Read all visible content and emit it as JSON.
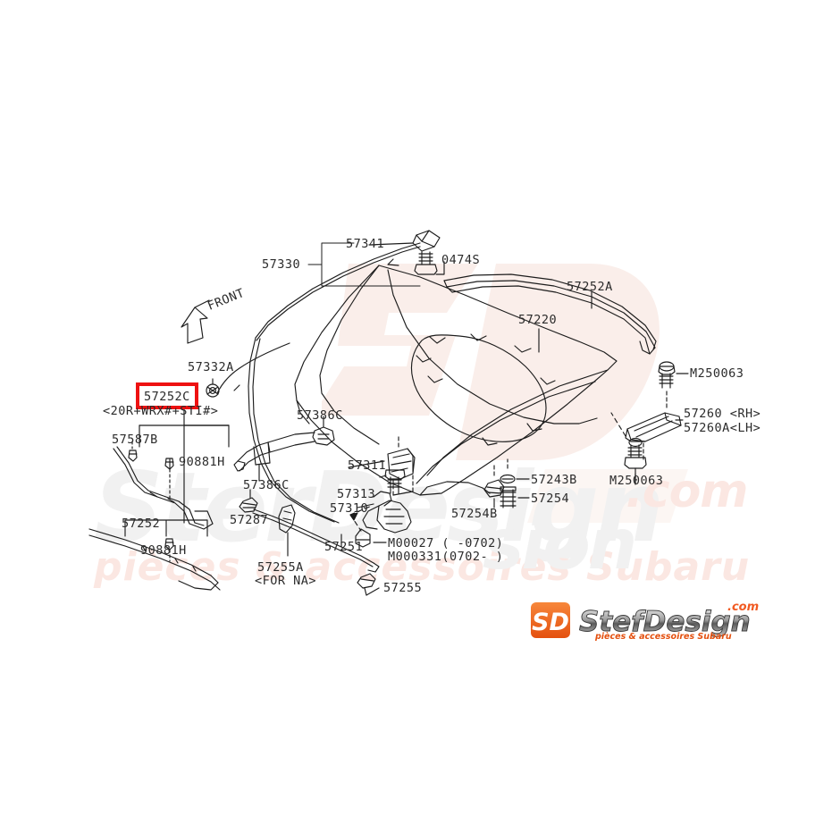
{
  "document": {
    "type": "subaru-parts-diagram",
    "subject": "Hood / Bonnet assembly exploded view"
  },
  "highlight": {
    "part_number": "57252C",
    "box_color": "#ee1111",
    "subtitle": "<20R+WRX#+STI#>"
  },
  "annotation_front": "FRONT",
  "labels": [
    {
      "id": "l-57330",
      "text": "57330"
    },
    {
      "id": "l-57341",
      "text": "57341"
    },
    {
      "id": "l-0474s",
      "text": "0474S"
    },
    {
      "id": "l-57252a",
      "text": "57252A"
    },
    {
      "id": "l-57220",
      "text": "57220"
    },
    {
      "id": "l-m250063-top",
      "text": "M250063"
    },
    {
      "id": "l-57260rh",
      "text": "57260 <RH>"
    },
    {
      "id": "l-57260lh",
      "text": "57260A<LH>"
    },
    {
      "id": "l-m250063-bot",
      "text": "M250063"
    },
    {
      "id": "l-57332a",
      "text": "57332A"
    },
    {
      "id": "l-57386c-top",
      "text": "57386C"
    },
    {
      "id": "l-57386c-bot",
      "text": "57386C"
    },
    {
      "id": "l-57587b",
      "text": "57587B"
    },
    {
      "id": "l-90881h-top",
      "text": "90881H"
    },
    {
      "id": "l-57252",
      "text": "57252"
    },
    {
      "id": "l-90881h-bot",
      "text": "90881H"
    },
    {
      "id": "l-57287",
      "text": "57287"
    },
    {
      "id": "l-57251",
      "text": "57251"
    },
    {
      "id": "l-57255a",
      "text": "57255A"
    },
    {
      "id": "l-forna",
      "text": "<FOR NA>"
    },
    {
      "id": "l-57255",
      "text": "57255"
    },
    {
      "id": "l-57311",
      "text": "57311"
    },
    {
      "id": "l-57313",
      "text": "57313"
    },
    {
      "id": "l-57310",
      "text": "57310"
    },
    {
      "id": "l-m00027",
      "text": "M00027 (   -0702)"
    },
    {
      "id": "l-m000331",
      "text": "M000331(0702-   )"
    },
    {
      "id": "l-57243b",
      "text": "57243B"
    },
    {
      "id": "l-57254",
      "text": "57254"
    },
    {
      "id": "l-57254b",
      "text": "57254B"
    }
  ],
  "watermark": {
    "brand_text": "SterDesign",
    "tagline": "pièces & accessoires Subaru",
    "com_text": ".com",
    "sion_text": "sion",
    "gray": "#f1f1f1",
    "pink": "#fbe7e2"
  },
  "logo": {
    "monogram": "SD",
    "name": "SterDesign",
    "tld": ".com",
    "tagline": "pièces & accessoires Subaru",
    "orange": "#f15a22"
  }
}
